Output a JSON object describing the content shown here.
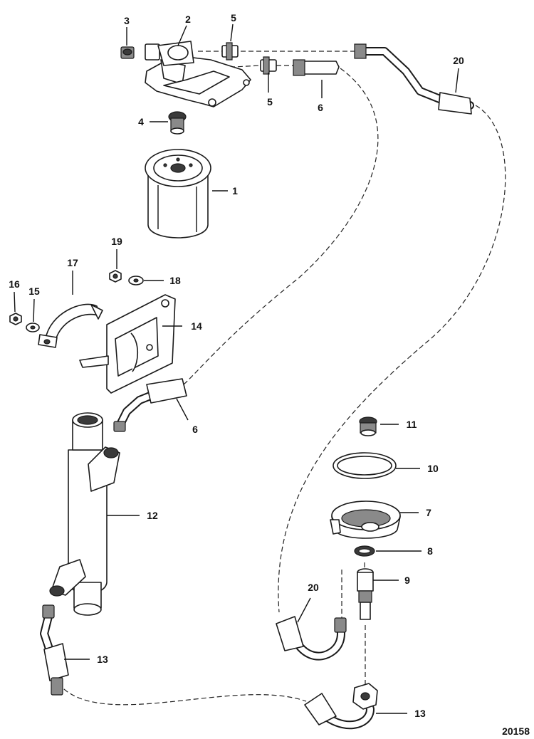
{
  "callouts": {
    "c1": "1",
    "c2": "2",
    "c3": "3",
    "c4": "4",
    "c5a": "5",
    "c5b": "5",
    "c6a": "6",
    "c6b": "6",
    "c7": "7",
    "c8": "8",
    "c9": "9",
    "c10": "10",
    "c11": "11",
    "c12": "12",
    "c13a": "13",
    "c13b": "13",
    "c14": "14",
    "c15": "15",
    "c16": "16",
    "c17": "17",
    "c18": "18",
    "c19": "19",
    "c20a": "20",
    "c20b": "20"
  },
  "document_number": "20158"
}
